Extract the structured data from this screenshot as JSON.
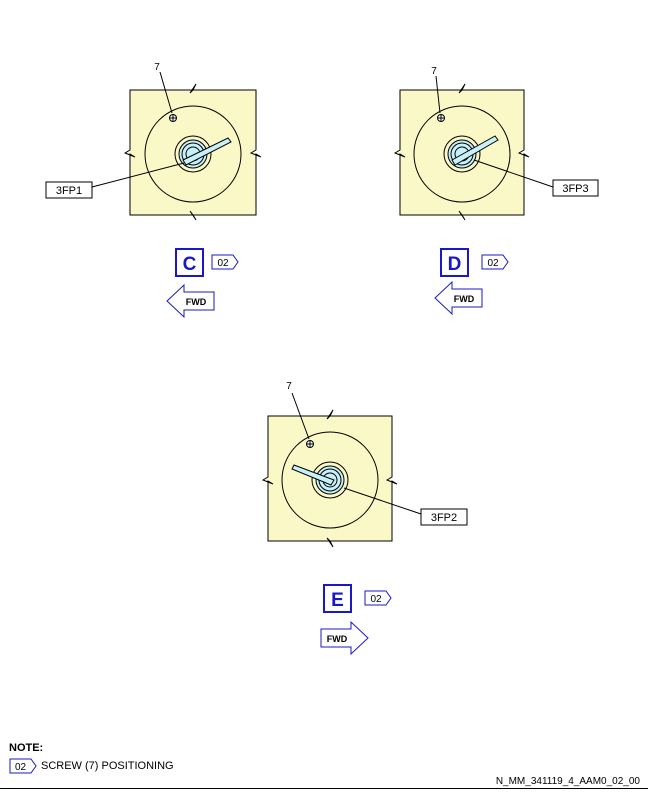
{
  "views": [
    {
      "id": "C",
      "screw_label": "7",
      "connector_label": "3FP1",
      "callout": "02",
      "fwd_label": "FWD",
      "fwd_direction": "left"
    },
    {
      "id": "D",
      "screw_label": "7",
      "connector_label": "3FP3",
      "callout": "02",
      "fwd_label": "FWD",
      "fwd_direction": "left"
    },
    {
      "id": "E",
      "screw_label": "7",
      "connector_label": "3FP2",
      "callout": "02",
      "fwd_label": "FWD",
      "fwd_direction": "right"
    }
  ],
  "note": {
    "title": "NOTE:",
    "items": [
      {
        "callout": "02",
        "text": "SCREW (7) POSITIONING"
      }
    ]
  },
  "doc_ref": "N_MM_341119_4_AAM0_02_00",
  "colors": {
    "panel_fill": "#fbf8c8",
    "connector_fill": "#c8f0f8",
    "letter_box": "#1818c8",
    "callout_stroke": "#1818c8",
    "arrow_fill": "#ffffff",
    "arrow_stroke": "#1818c8"
  }
}
